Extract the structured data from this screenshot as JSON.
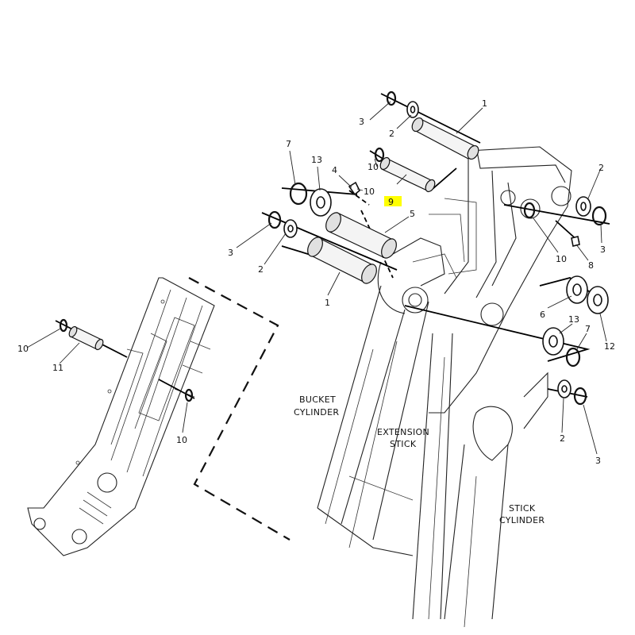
{
  "diagram": {
    "labels": {
      "bucket_cylinder": [
        "BUCKET",
        "CYLINDER"
      ],
      "extension_stick": [
        "EXTENSION",
        "STICK"
      ],
      "stick_cylinder": [
        "STICK",
        "CYLINDER"
      ]
    },
    "callouts": {
      "c1": "1",
      "c2": "2",
      "c3": "3",
      "c4": "4",
      "c5": "5",
      "c6": "6",
      "c7": "7",
      "c8": "8",
      "c9": "9",
      "c10": "10",
      "c11": "11",
      "c12": "12",
      "c13": "13",
      "c1b": "1",
      "c2b": "2",
      "c3b": "3",
      "c7b": "7",
      "c10b": "10",
      "c13b": "13",
      "c2c": "2",
      "c3c": "3",
      "c10c": "10",
      "c10d": "10",
      "c2d": "2",
      "c3d": "3",
      "c10e": "10"
    },
    "highlight_color": "#ffff00"
  }
}
